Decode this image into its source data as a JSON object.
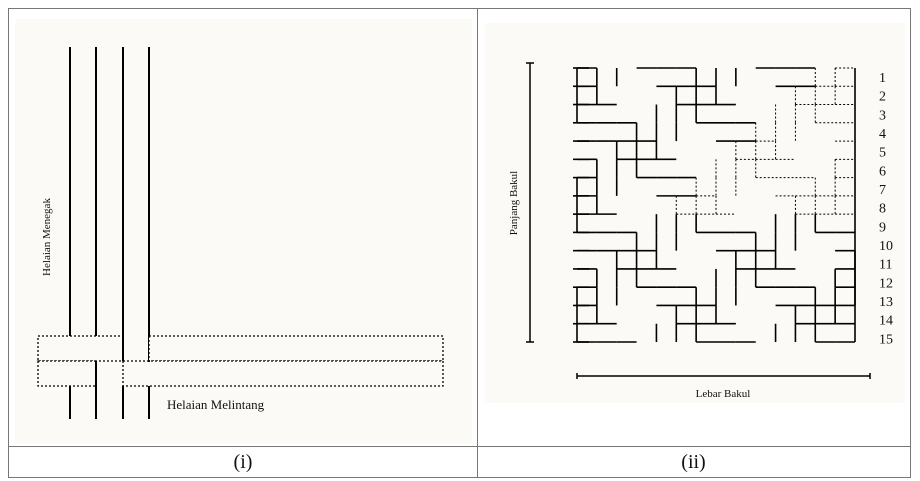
{
  "panel_left": {
    "caption": "(i)",
    "vertical_label": "Helaian Menegak",
    "horizontal_label": "Helaian Melintang"
  },
  "panel_right": {
    "caption": "(ii)",
    "length_label": "Panjang Bakul",
    "width_label": "Lebar Bakul",
    "row_numbers": [
      "1",
      "2",
      "3",
      "4",
      "5",
      "6",
      "7",
      "8",
      "9",
      "10",
      "11",
      "12",
      "13",
      "14",
      "15"
    ]
  }
}
